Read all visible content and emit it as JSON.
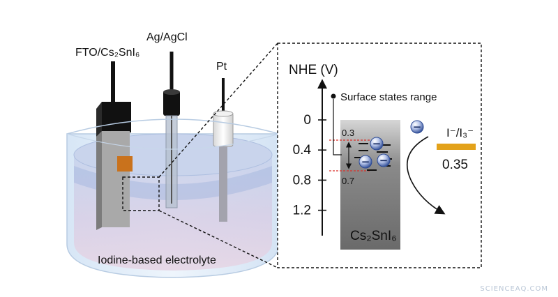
{
  "cell": {
    "electrode_fto_label": "FTO/Cs₂SnI₆",
    "electrode_ref_label": "Ag/AgCl",
    "electrode_counter_label": "Pt",
    "electrolyte_label": "Iodine-based electrolyte"
  },
  "energy_diagram": {
    "axis_title": "NHE (V)",
    "axis_ticks": [
      {
        "label": "0",
        "value": 0
      },
      {
        "label": "0.4",
        "value": 0.4
      },
      {
        "label": "0.8",
        "value": 0.8
      },
      {
        "label": "1.2",
        "value": 1.2
      }
    ],
    "legend_label": "Surface states range",
    "surface_state_top": "0.3",
    "surface_state_bottom": "0.7",
    "material_label": "Cs₂SnI₆",
    "redox_couple_label": "I⁻/I₃⁻",
    "redox_potential": "0.35",
    "electron_symbol": "−",
    "colors": {
      "redox_bar": "#e3a21a",
      "band": "#7f7f7f",
      "electron": "#2f4f9a",
      "marker_line": "#d9302a"
    }
  },
  "watermark": "SCIENCEAQ.COM"
}
